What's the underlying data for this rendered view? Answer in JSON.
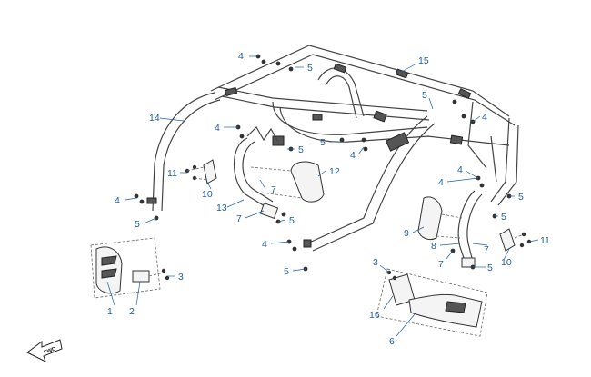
{
  "callouts": {
    "c1": "1",
    "c2": "2",
    "c3a": "3",
    "c3b": "3",
    "c4a": "4",
    "c4b": "4",
    "c4c": "4",
    "c4d": "4",
    "c4e": "4",
    "c4f": "4",
    "c4g": "4",
    "c5a": "5",
    "c5b": "5",
    "c5c": "5",
    "c5d": "5",
    "c5e": "5",
    "c5f": "5",
    "c5g": "5",
    "c5h": "5",
    "c5i": "5",
    "c5j": "5",
    "c5k": "5",
    "c6": "6",
    "c7a": "7",
    "c7b": "7",
    "c7c": "7",
    "c7d": "7",
    "c8": "8",
    "c9": "9",
    "c10a": "10",
    "c10b": "10",
    "c11a": "11",
    "c11b": "11",
    "c12": "12",
    "c13": "13",
    "c14": "14",
    "c15": "15",
    "c16": "16"
  },
  "forward_label": "FWD"
}
